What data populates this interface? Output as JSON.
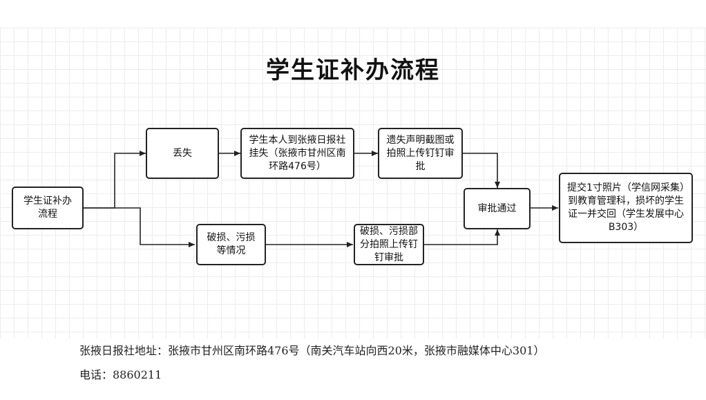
{
  "diagram": {
    "title": "学生证补办流程",
    "nodes": {
      "start": "学生证补办流程",
      "lost": "丢失",
      "report": "学生本人到张掖日报社挂失（张掖市甘州区南环路476号）",
      "screenshot": "遗失声明截图或拍照上传钉钉审批",
      "damaged": "破损、污损等情况",
      "damaged_photo": "破损、污损部分拍照上传钉钉审批",
      "approved": "审批通过",
      "submit": "提交1寸照片（学信网采集）到教育管理科，损坏的学生证一并交回（学生发展中心B303）"
    }
  },
  "footer": {
    "address": "张掖日报社地址：张掖市甘州区南环路476号（南关汽车站向西20米，张掖市融媒体中心301）",
    "phone": "电话：8860211"
  }
}
